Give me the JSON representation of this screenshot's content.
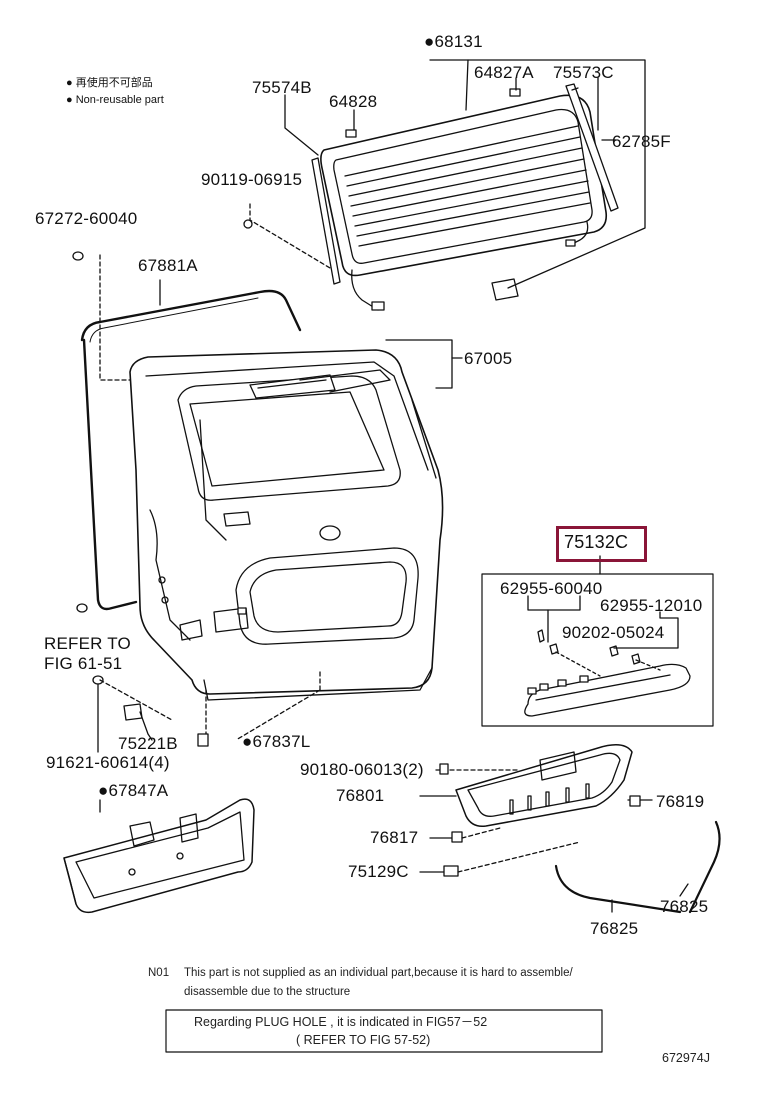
{
  "legend": {
    "jp": "● 再使用不可部品",
    "en": "● Non-reusable part"
  },
  "parts": {
    "p68131": "●68131",
    "p75574B": "75574B",
    "p64828": "64828",
    "p64827A": "64827A",
    "p75573C": "75573C",
    "p62785F": "62785F",
    "p90119": "90119-06915",
    "p67272": "67272-60040",
    "p67881A": "67881A",
    "p67005": "67005",
    "p75132C": "75132C",
    "p62955a": "62955-60040",
    "p62955b": "62955-12010",
    "p90202": "90202-05024",
    "refer1": "REFER TO",
    "refer2": "FIG 61-51",
    "p75221B": "75221B",
    "p67837L": "●67837L",
    "p91621": "91621-60614(4)",
    "p90180": "90180-06013(2)",
    "p76801": "76801",
    "p76819": "76819",
    "p67847A": "●67847A",
    "p76817": "76817",
    "p75129C": "75129C",
    "p76825a": "76825",
    "p76825b": "76825"
  },
  "notes": {
    "n01_code": "N01",
    "n01_line1": "This part is not supplied as an individual part,because it is hard to assemble/",
    "n01_line2": "disassemble due to the structure",
    "plug1": "Regarding PLUG HOLE , it is indicated in FIG57－52",
    "plug2": "( REFER TO FIG 57-52)"
  },
  "figure_id": "672974J",
  "colors": {
    "highlight": "#8a1538",
    "line": "#111111"
  }
}
